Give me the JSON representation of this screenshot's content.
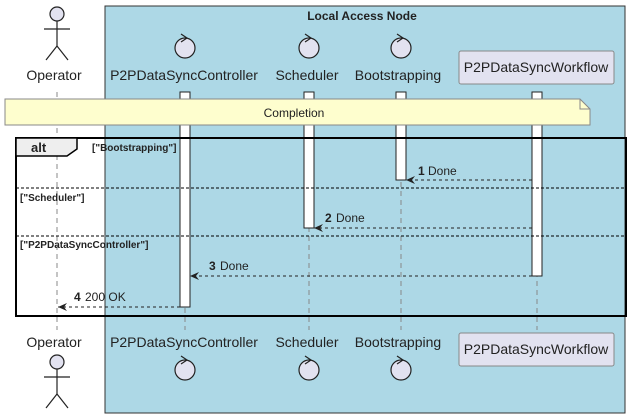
{
  "group": {
    "title": "Local Access Node",
    "color": "#add8e6"
  },
  "participants": {
    "operator": "Operator",
    "controller": "P2PDataSyncController",
    "scheduler": "Scheduler",
    "bootstrapping": "Bootstrapping",
    "workflow": "P2PDataSyncWorkflow"
  },
  "note": {
    "text": "Completion",
    "color": "#fefece"
  },
  "alt": {
    "keyword": "alt",
    "guards": [
      "[\"Bootstrapping\"]",
      "[\"Scheduler\"]",
      "[\"P2PDataSyncController\"]"
    ]
  },
  "messages": [
    {
      "num": "1",
      "label": "Done"
    },
    {
      "num": "2",
      "label": "Done"
    },
    {
      "num": "3",
      "label": "Done"
    },
    {
      "num": "4",
      "label": "200 OK"
    }
  ]
}
